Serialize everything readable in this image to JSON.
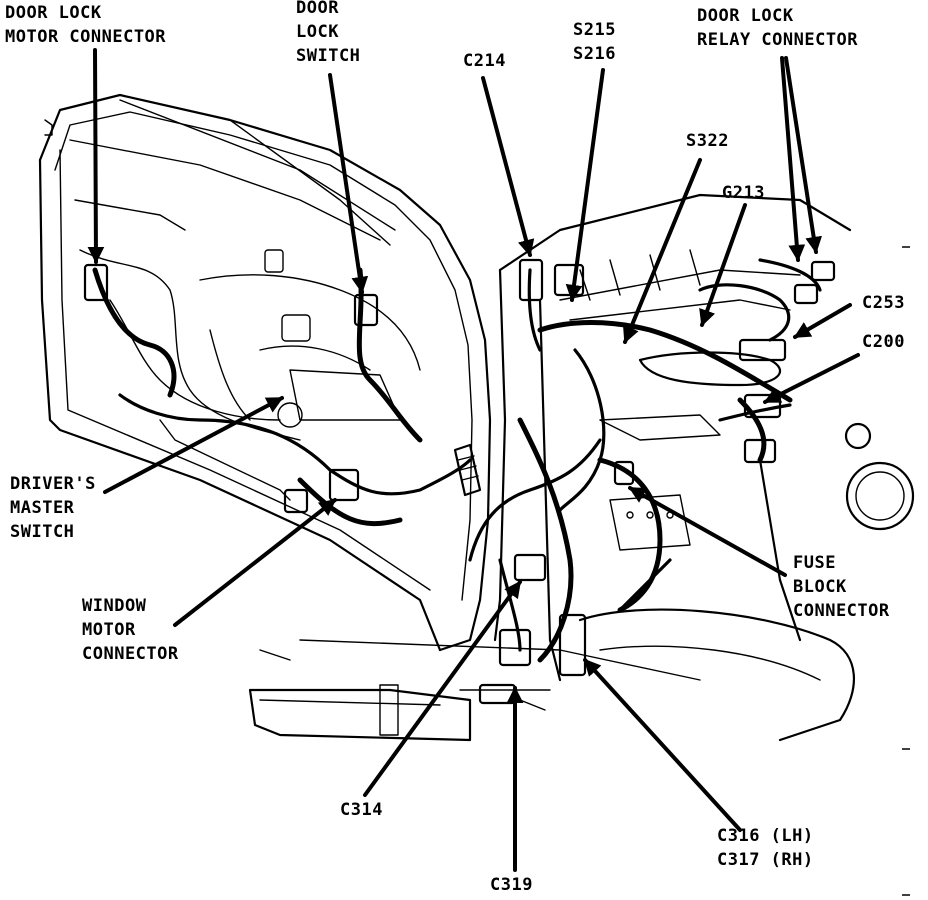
{
  "labels": {
    "door_lock_motor_connector": [
      "DOOR LOCK",
      "MOTOR CONNECTOR"
    ],
    "door_lock_switch": [
      "DOOR",
      "LOCK",
      "SWITCH"
    ],
    "c214": "C214",
    "s215_s216": [
      "S215",
      "S216"
    ],
    "door_lock_relay_connector": [
      "DOOR LOCK",
      "RELAY CONNECTOR"
    ],
    "s322": "S322",
    "g213": "G213",
    "c253": "C253",
    "c200": "C200",
    "drivers_master_switch": [
      "DRIVER'S",
      "MASTER",
      "SWITCH"
    ],
    "window_motor_connector": [
      "WINDOW",
      "MOTOR",
      "CONNECTOR"
    ],
    "fuse_block_connector": [
      "FUSE",
      "BLOCK",
      "CONNECTOR"
    ],
    "c314": "C314",
    "c316_c317": [
      "C316 (LH)",
      "C317 (RH)"
    ],
    "c319": "C319"
  }
}
